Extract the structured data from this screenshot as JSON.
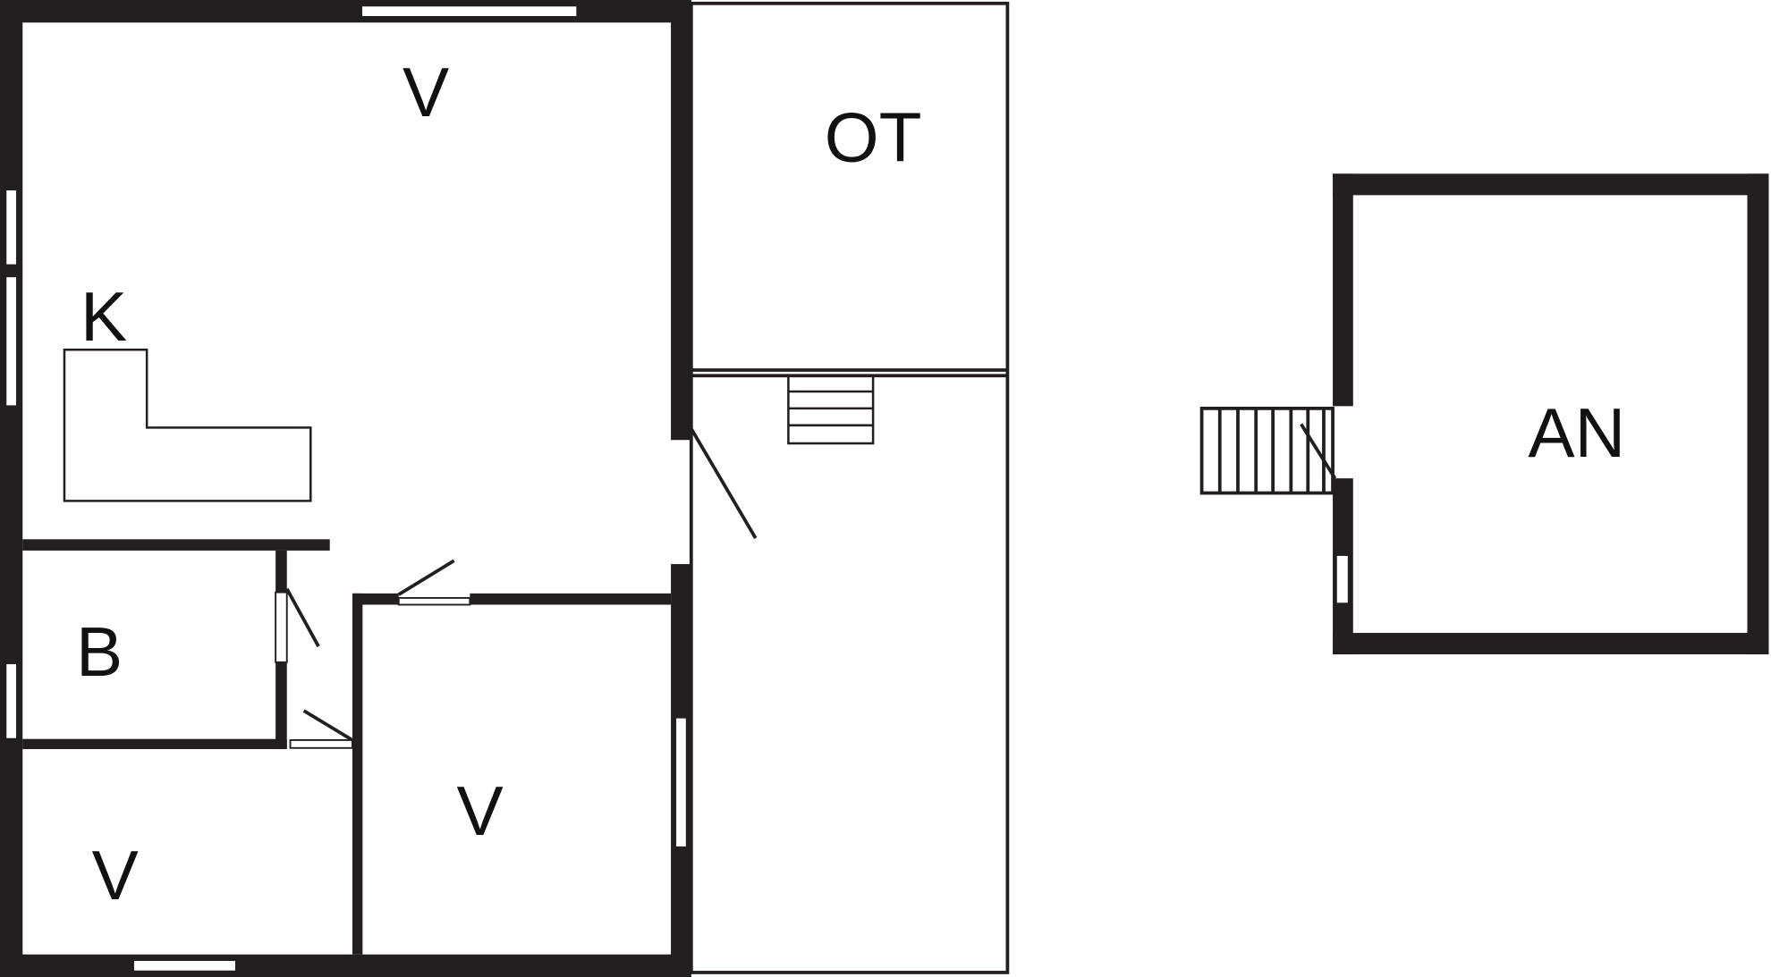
{
  "rooms": {
    "living_top": "V",
    "outbuilding": "OT",
    "kitchen": "K",
    "bathroom": "B",
    "room_bottom_left": "V",
    "room_bottom_middle": "V",
    "annex": "AN"
  },
  "colors": {
    "wall": "#231f20",
    "background": "#ffffff"
  }
}
